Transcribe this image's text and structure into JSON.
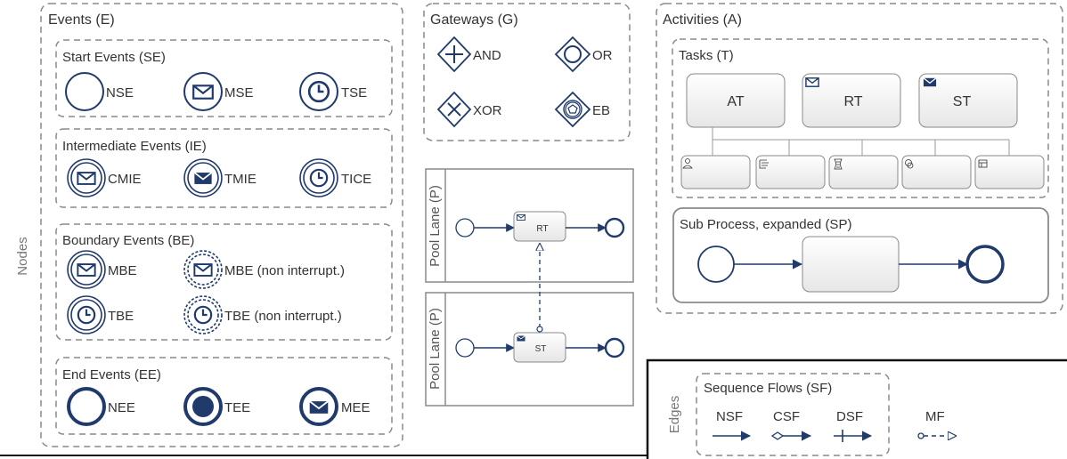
{
  "colors": {
    "navy": "#1f3a6b",
    "box_border": "#8a8a8a",
    "text": "#333333",
    "muted": "#666666"
  },
  "side_labels": {
    "nodes": "Nodes",
    "edges": "Edges"
  },
  "events": {
    "title": "Events (E)",
    "start": {
      "title": "Start Events (SE)",
      "items": [
        "NSE",
        "MSE",
        "TSE"
      ]
    },
    "intermediate": {
      "title": "Intermediate Events (IE)",
      "items": [
        "CMIE",
        "TMIE",
        "TICE"
      ]
    },
    "boundary": {
      "title": "Boundary Events (BE)",
      "items": [
        "MBE",
        "MBE (non interrupt.)",
        "TBE",
        "TBE (non interrupt.)"
      ]
    },
    "end": {
      "title": "End Events (EE)",
      "items": [
        "NEE",
        "TEE",
        "MEE"
      ]
    }
  },
  "gateways": {
    "title": "Gateways (G)",
    "items": [
      "AND",
      "OR",
      "XOR",
      "EB"
    ]
  },
  "pools": {
    "labels": [
      "Pool Lane (P)",
      "Pool Lane (P)"
    ],
    "tasks": [
      "RT",
      "ST"
    ]
  },
  "activities": {
    "title": "Activities (A)",
    "tasks": {
      "title": "Tasks (T)",
      "items": [
        "AT",
        "RT",
        "ST"
      ]
    },
    "subprocess": {
      "title": "Sub Process, expanded (SP)"
    }
  },
  "edges": {
    "sequence_title": "Sequence Flows (SF)",
    "items": [
      "NSF",
      "CSF",
      "DSF",
      "MF"
    ]
  }
}
